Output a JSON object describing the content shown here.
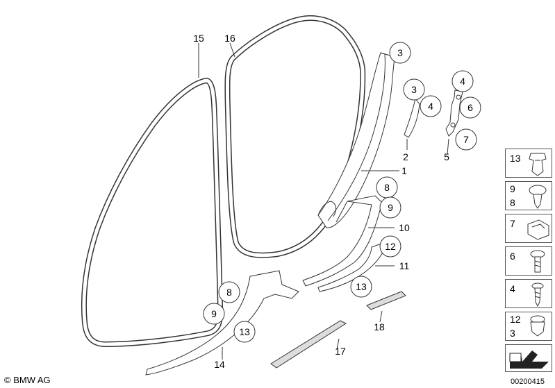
{
  "callouts": {
    "c1": "1",
    "c2": "2",
    "c3a": "3",
    "c3b": "3",
    "c4a": "4",
    "c4b": "4",
    "c5": "5",
    "c6": "6",
    "c7": "7",
    "c8a": "8",
    "c8b": "8",
    "c9a": "9",
    "c9b": "9",
    "c10": "10",
    "c11": "11",
    "c12": "12",
    "c13a": "13",
    "c13b": "13",
    "c14": "14",
    "c15": "15",
    "c16": "16",
    "c17": "17",
    "c18": "18"
  },
  "fastener_panel": [
    {
      "top": "13",
      "bottom": ""
    },
    {
      "top": "9",
      "bottom": "8"
    },
    {
      "top": "7",
      "bottom": ""
    },
    {
      "top": "6",
      "bottom": ""
    },
    {
      "top": "4",
      "bottom": ""
    },
    {
      "top": "12",
      "bottom": "3"
    }
  ],
  "footer": {
    "copyright": "© BMW AG",
    "diagram_id": "00200415"
  },
  "icons": {
    "nav_arrow": "arrow-icon"
  }
}
